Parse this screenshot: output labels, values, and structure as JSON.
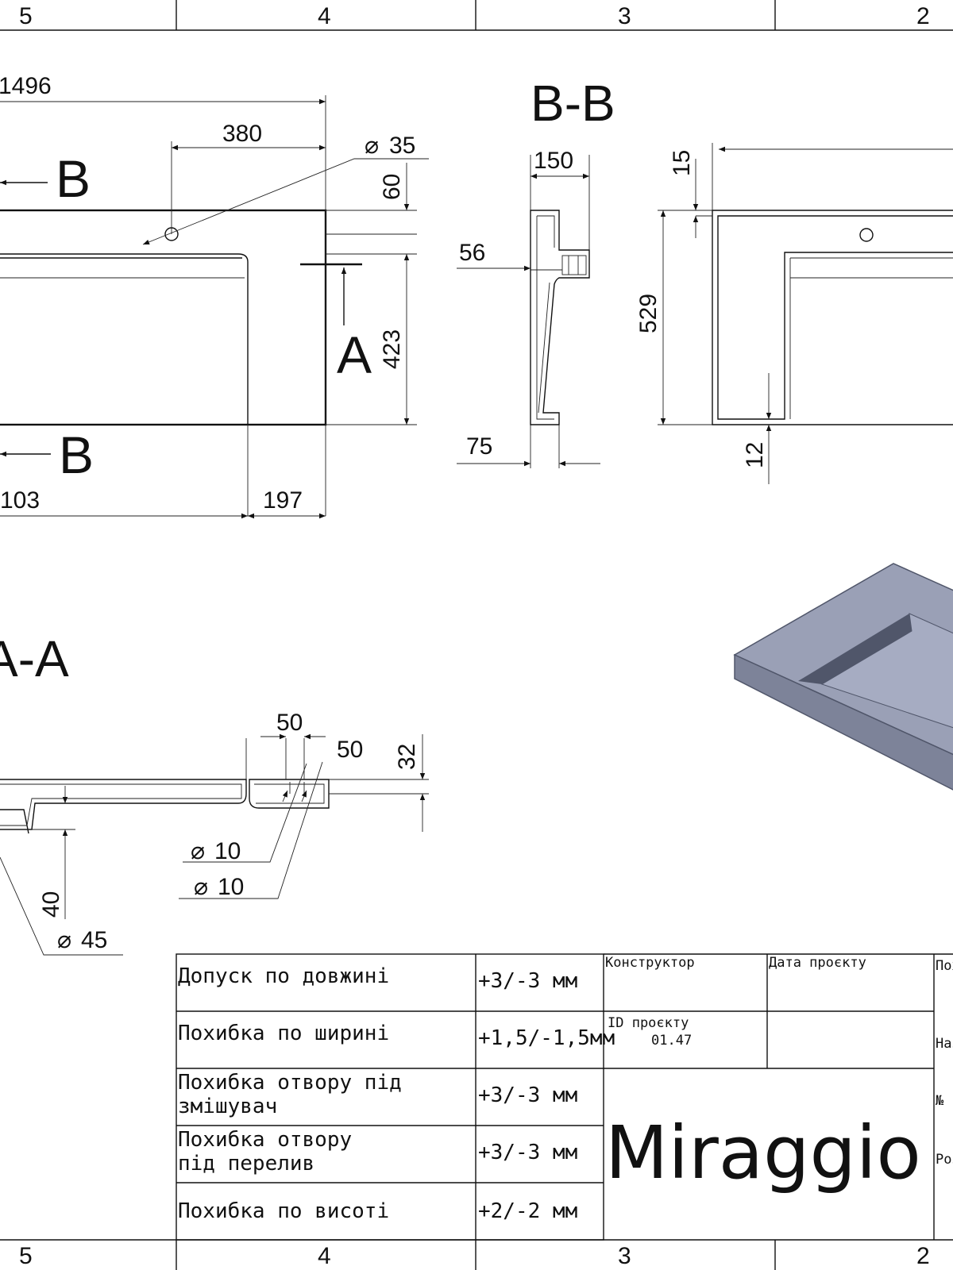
{
  "zones": [
    "5",
    "4",
    "3",
    "2"
  ],
  "sections": {
    "bb": "B-B",
    "aa": "A-A",
    "b": "B",
    "a": "A"
  },
  "plan_dims": {
    "d1496": "1496",
    "d380": "380",
    "d35": "35",
    "d60": "60",
    "d423": "423",
    "d103": "103",
    "d197": "197"
  },
  "bb_dims": {
    "d150": "150",
    "d56": "56",
    "d75": "75",
    "d15": "15",
    "d529": "529",
    "d12": "12"
  },
  "aa_dims": {
    "d50a": "50",
    "d50b": "50",
    "d32": "32",
    "d10a": "10",
    "d10b": "10",
    "d40": "40",
    "d45": "45"
  },
  "tolerances": [
    {
      "label1": "Допуск по довжині",
      "label2": "",
      "value": "+3/-3 мм"
    },
    {
      "label1": "Похибка по ширині",
      "label2": "",
      "value": "+1,5/-1,5мм"
    },
    {
      "label1": "Похибка отвору під",
      "label2": "змішувач",
      "value": "+3/-3 мм"
    },
    {
      "label1": "Похибка отвору",
      "label2": "під перелив",
      "value": "+3/-3 мм"
    },
    {
      "label1": "Похибка по висоті",
      "label2": "",
      "value": "+2/-2 мм"
    }
  ],
  "title_block": {
    "designer_label": "Конструктор",
    "date_label": "Дата проєкту",
    "id_label": "ID проєкту",
    "id_value": "01.47",
    "logo": "Miraggio",
    "cut_1": "Пох",
    "cut_2": "Наз",
    "cut_3": "№",
    "cut_4": "Роз"
  },
  "colors": {
    "line": "#111111",
    "model_top": "#9aa0b6",
    "model_side": "#7d8399",
    "model_dark": "#50566a"
  }
}
